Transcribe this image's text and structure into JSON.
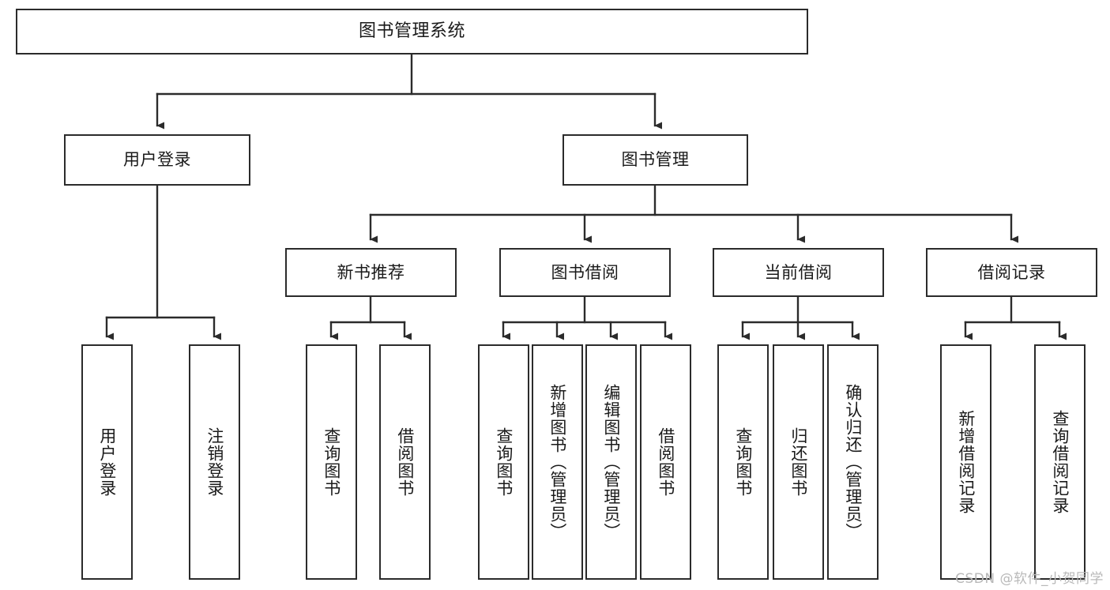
{
  "diagram": {
    "title": "图书管理系统",
    "type": "tree",
    "colors": {
      "box_border": "#2b2b2b",
      "box_fill": "#ffffff",
      "connector": "#2b2b2b",
      "text": "#1a1a1a",
      "watermark": "#b9b9b9",
      "background": "#ffffff"
    },
    "root": {
      "label": "图书管理系统"
    },
    "level2": [
      {
        "label": "用户登录"
      },
      {
        "label": "图书管理"
      }
    ],
    "level3": [
      {
        "label": "新书推荐"
      },
      {
        "label": "图书借阅"
      },
      {
        "label": "当前借阅"
      },
      {
        "label": "借阅记录"
      }
    ],
    "leaves": {
      "user_login": [
        {
          "label": "用户登录"
        },
        {
          "label": "注销登录"
        }
      ],
      "new_book_recommend": [
        {
          "label": "查询图书"
        },
        {
          "label": "借阅图书"
        }
      ],
      "book_borrow": [
        {
          "label": "查询图书"
        },
        {
          "label": "新增图书（管理员）"
        },
        {
          "label": "编辑图书（管理员）"
        },
        {
          "label": "借阅图书"
        }
      ],
      "current_borrow": [
        {
          "label": "查询图书"
        },
        {
          "label": "归还图书"
        },
        {
          "label": "确认归还（管理员）"
        }
      ],
      "borrow_record": [
        {
          "label": "新增借阅记录"
        },
        {
          "label": "查询借阅记录"
        }
      ]
    }
  },
  "watermark": {
    "text": "CSDN @软件_小贺同学"
  }
}
